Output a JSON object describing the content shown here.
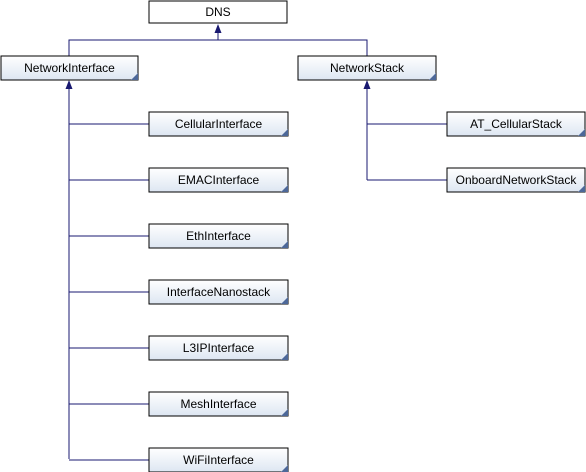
{
  "colors": {
    "root_fill": "#ffffff",
    "node_fill_top": "#ffffff",
    "node_fill_bottom": "#dde6f2",
    "border": "#000000",
    "edge": "#191970",
    "corner_marker": "#4d6899",
    "text": "#000000"
  },
  "root": {
    "label": "DNS",
    "style": "highlighted"
  },
  "bases": [
    {
      "label": "NetworkInterface",
      "children": [
        "CellularInterface",
        "EMACInterface",
        "EthInterface",
        "InterfaceNanostack",
        "L3IPInterface",
        "MeshInterface",
        "WiFiInterface"
      ]
    },
    {
      "label": "NetworkStack",
      "children": [
        "AT_CellularStack",
        "OnboardNetworkStack"
      ]
    }
  ]
}
